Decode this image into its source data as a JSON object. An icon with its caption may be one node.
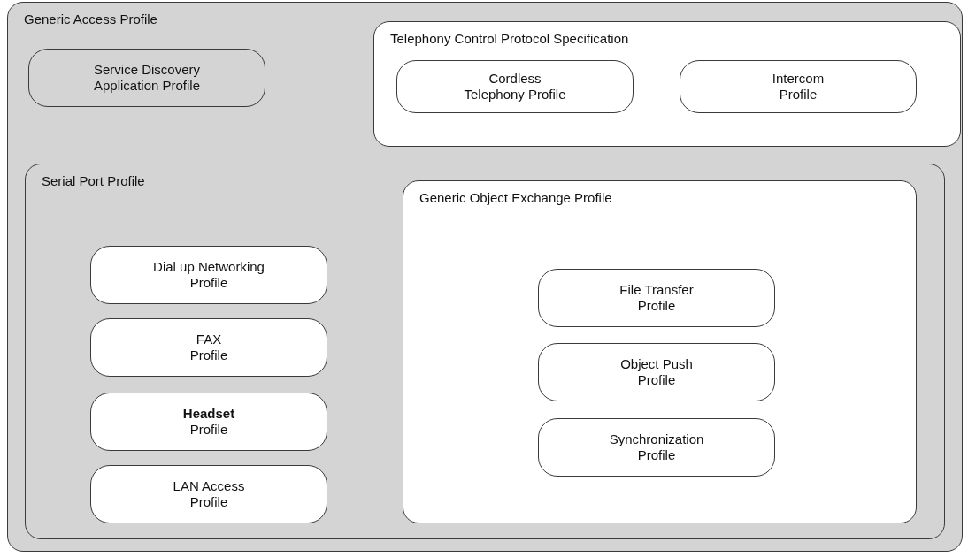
{
  "diagram": {
    "nodes": [
      {
        "text": [
          "Generic Access Profile"
        ]
      },
      {
        "text": [
          "Service Discovery Application Profile"
        ],
        "in": 0
      },
      {
        "text": [
          "Telephony Control Protocol Specification"
        ],
        "in": 0
      },
      {
        "text": [
          "Cordless Telephony Profile"
        ],
        "in": 2
      },
      {
        "text": [
          "Intercom Profile"
        ],
        "in": 2
      },
      {
        "text": [
          "Serial Port Profile"
        ],
        "in": 0
      },
      {
        "text": [
          "Generic Object Exchange Profile"
        ],
        "in": 5
      },
      {
        "text": [
          "Dial up Networking Profile"
        ],
        "in": 5
      },
      {
        "text": [
          "FAX Profile"
        ],
        "in": 5
      },
      {
        "text": [
          "**Headset** Profile"
        ],
        "in": 5
      },
      {
        "text": [
          "LAN Access Profile"
        ],
        "in": 5
      },
      {
        "text": [
          "File Transfer Profile"
        ],
        "in": 6
      },
      {
        "text": [
          "Object Push Profile"
        ],
        "in": 6
      },
      {
        "text": [
          "Synchronization Profile"
        ],
        "in": 6
      }
    ]
  }
}
